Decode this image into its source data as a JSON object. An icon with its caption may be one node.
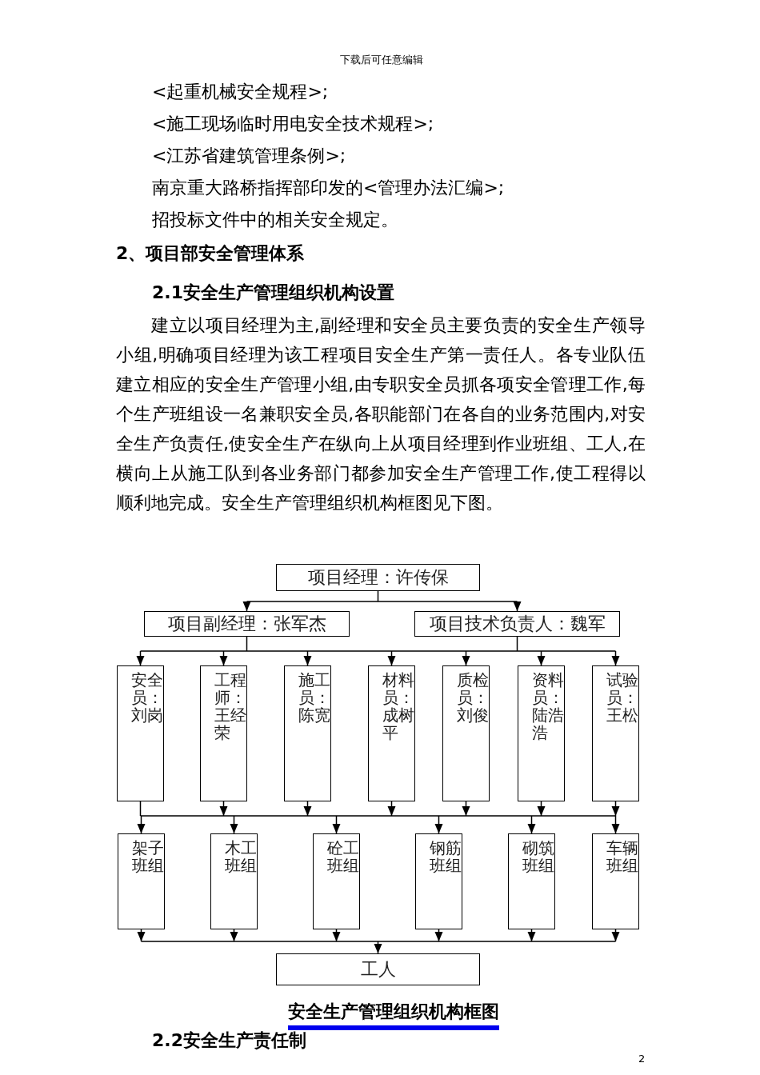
{
  "diagram": {
    "nodes": [
      {
        "text": [
          "项目经理：许传保"
        ]
      },
      {
        "text": [
          "项目副经理：张军杰"
        ]
      },
      {
        "text": [
          "项目技术负责人：魏军"
        ]
      },
      {
        "text": [
          "安全员：刘岗"
        ]
      },
      {
        "text": [
          "工程师：王经荣"
        ]
      },
      {
        "text": [
          "施工员：陈宽"
        ]
      },
      {
        "text": [
          "材料员：成树平"
        ]
      },
      {
        "text": [
          "质检员：刘俊"
        ]
      },
      {
        "text": [
          "资料员：陆浩浩"
        ]
      },
      {
        "text": [
          "试验员：王松"
        ]
      },
      {
        "text": [
          "架子班组"
        ]
      },
      {
        "text": [
          "木工班组"
        ]
      },
      {
        "text": [
          "砼工班组"
        ]
      },
      {
        "text": [
          "钢筋班组"
        ]
      },
      {
        "text": [
          "砌筑班组"
        ]
      },
      {
        "text": [
          "车辆班组"
        ]
      },
      {
        "text": [
          "工人"
        ]
      }
    ],
    "edges": [
      {
        "from": 0,
        "to": 1,
        "arrow": "to"
      },
      {
        "from": 0,
        "to": 2,
        "arrow": "to"
      },
      {
        "from": 1,
        "to": 3,
        "arrow": "to"
      },
      {
        "from": 1,
        "to": 4,
        "arrow": "to"
      },
      {
        "from": 1,
        "to": 5,
        "arrow": "to"
      },
      {
        "from": 1,
        "to": 6,
        "arrow": "to"
      },
      {
        "from": 1,
        "to": 7,
        "arrow": "to"
      },
      {
        "from": 1,
        "to": 8,
        "arrow": "to"
      },
      {
        "from": 1,
        "to": 9,
        "arrow": "to"
      },
      {
        "from": 2,
        "to": 3,
        "arrow": "to"
      },
      {
        "from": 2,
        "to": 4,
        "arrow": "to"
      },
      {
        "from": 2,
        "to": 5,
        "arrow": "to"
      },
      {
        "from": 2,
        "to": 6,
        "arrow": "to"
      },
      {
        "from": 2,
        "to": 7,
        "arrow": "to"
      },
      {
        "from": 2,
        "to": 8,
        "arrow": "to"
      },
      {
        "from": 2,
        "to": 9,
        "arrow": "to"
      },
      {
        "from": 3,
        "to": 10,
        "arrow": "to"
      },
      {
        "from": 3,
        "to": 11,
        "arrow": "to"
      },
      {
        "from": 3,
        "to": 12,
        "arrow": "to"
      },
      {
        "from": 3,
        "to": 13,
        "arrow": "to"
      },
      {
        "from": 3,
        "to": 14,
        "arrow": "to"
      },
      {
        "from": 3,
        "to": 15,
        "arrow": "to"
      },
      {
        "from": 4,
        "to": 10,
        "arrow": "to"
      },
      {
        "from": 4,
        "to": 11,
        "arrow": "to"
      },
      {
        "from": 4,
        "to": 12,
        "arrow": "to"
      },
      {
        "from": 4,
        "to": 13,
        "arrow": "to"
      },
      {
        "from": 4,
        "to": 14,
        "arrow": "to"
      },
      {
        "from": 4,
        "to": 15,
        "arrow": "to"
      },
      {
        "from": 5,
        "to": 10,
        "arrow": "to"
      },
      {
        "from": 5,
        "to": 11,
        "arrow": "to"
      },
      {
        "from": 5,
        "to": 12,
        "arrow": "to"
      },
      {
        "from": 5,
        "to": 13,
        "arrow": "to"
      },
      {
        "from": 5,
        "to": 14,
        "arrow": "to"
      },
      {
        "from": 5,
        "to": 15,
        "arrow": "to"
      },
      {
        "from": 6,
        "to": 10,
        "arrow": "to"
      },
      {
        "from": 6,
        "to": 11,
        "arrow": "to"
      },
      {
        "from": 6,
        "to": 12,
        "arrow": "to"
      },
      {
        "from": 6,
        "to": 13,
        "arrow": "to"
      },
      {
        "from": 6,
        "to": 14,
        "arrow": "to"
      },
      {
        "from": 6,
        "to": 15,
        "arrow": "to"
      },
      {
        "from": 7,
        "to": 10,
        "arrow": "to"
      },
      {
        "from": 7,
        "to": 11,
        "arrow": "to"
      },
      {
        "from": 7,
        "to": 12,
        "arrow": "to"
      },
      {
        "from": 7,
        "to": 13,
        "arrow": "to"
      },
      {
        "from": 7,
        "to": 14,
        "arrow": "to"
      },
      {
        "from": 7,
        "to": 15,
        "arrow": "to"
      },
      {
        "from": 8,
        "to": 10,
        "arrow": "to"
      },
      {
        "from": 8,
        "to": 11,
        "arrow": "to"
      },
      {
        "from": 8,
        "to": 12,
        "arrow": "to"
      },
      {
        "from": 8,
        "to": 13,
        "arrow": "to"
      },
      {
        "from": 8,
        "to": 14,
        "arrow": "to"
      },
      {
        "from": 8,
        "to": 15,
        "arrow": "to"
      },
      {
        "from": 9,
        "to": 10,
        "arrow": "to"
      },
      {
        "from": 9,
        "to": 11,
        "arrow": "to"
      },
      {
        "from": 9,
        "to": 12,
        "arrow": "to"
      },
      {
        "from": 9,
        "to": 13,
        "arrow": "to"
      },
      {
        "from": 9,
        "to": 14,
        "arrow": "to"
      },
      {
        "from": 9,
        "to": 15,
        "arrow": "to"
      },
      {
        "from": 10,
        "to": 16,
        "arrow": "to"
      },
      {
        "from": 11,
        "to": 16,
        "arrow": "to"
      },
      {
        "from": 12,
        "to": 16,
        "arrow": "to"
      },
      {
        "from": 13,
        "to": 16,
        "arrow": "to"
      },
      {
        "from": 14,
        "to": 16,
        "arrow": "to"
      },
      {
        "from": 15,
        "to": 16,
        "arrow": "to"
      }
    ],
    "labels": [
      "下载后可任意编辑",
      "<起重机械安全规程>;",
      "<施工现场临时用电安全技术规程>;",
      "<江苏省建筑管理条例>;",
      "南京重大路桥指挥部印发的<管理办法汇编>;",
      "招投标文件中的相关安全规定。",
      "2、项目部安全管理体系",
      "2.1安全生产管理组织机构设置",
      "建立以项目经理为主,副经理和安全员主要负责的安全生产领导小组,明确项目经理为该工程项目安全生产第一责任人。各专业队伍建立相应的安全生产管理小组,由专职安全员抓各项安全管理工作,每个生产班组设一名兼职安全员,各职能部门在各自的业务范围内,对安全生产负责任,使安全生产在纵向上从项目经理到作业班组、工人,在横向上从施工队到各业务部门都参加安全生产管理工作,使工程得以顺利地完成。安全生产管理组织机构框图见下图。",
      "安全生产管理组织机构框图",
      "2.2安全生产责任制",
      "2"
    ]
  }
}
